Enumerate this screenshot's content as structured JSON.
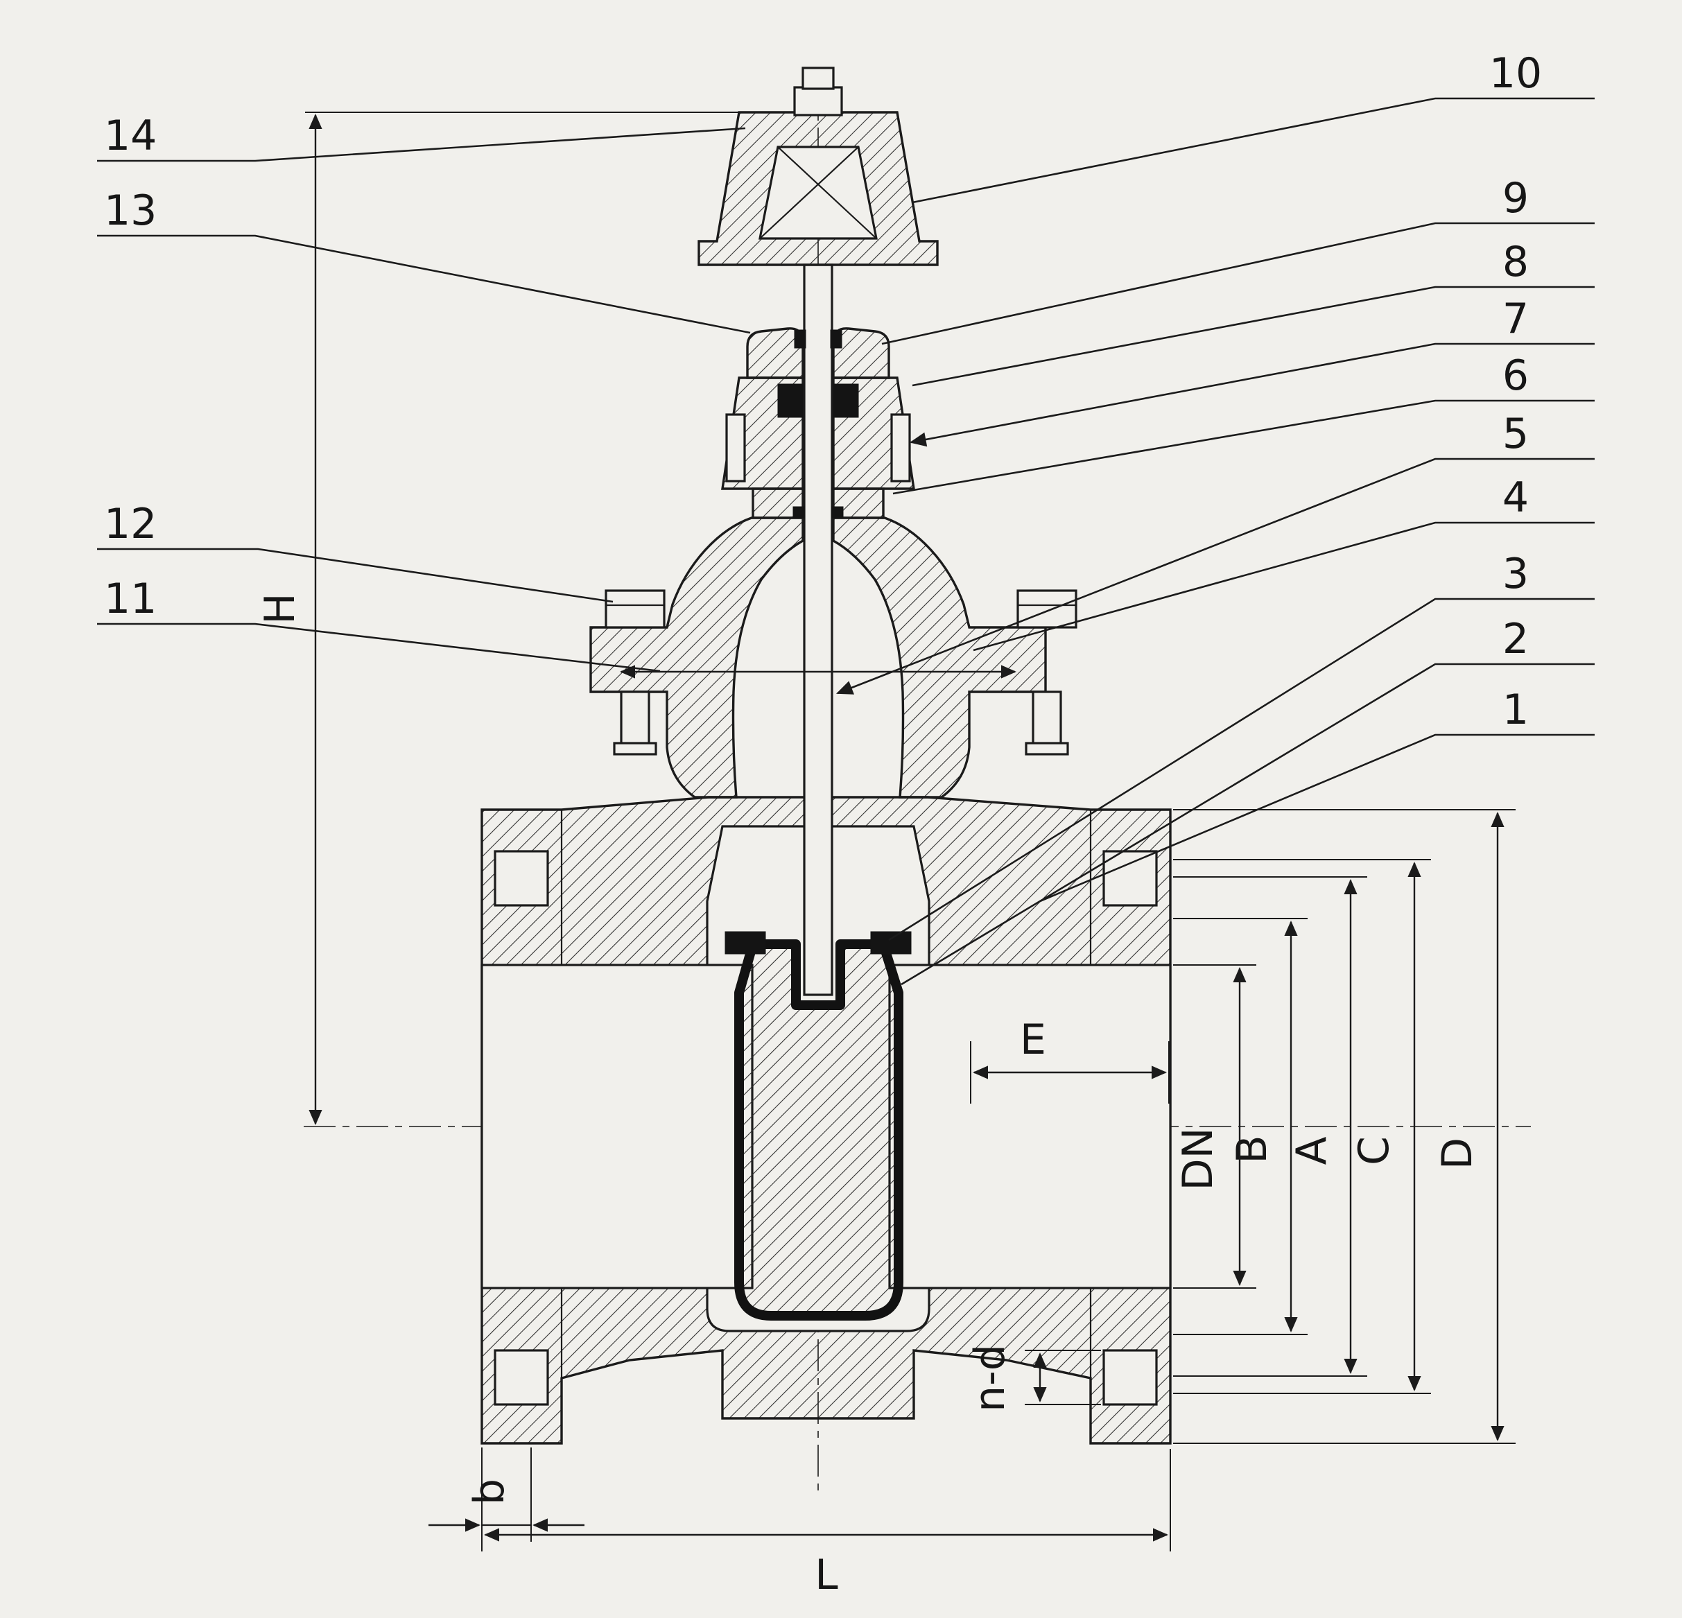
{
  "page": {
    "background": "#f1f0ec",
    "ink": "#1b1b1b",
    "subject": "gate valve cross-section drawing"
  },
  "callouts": {
    "left": [
      {
        "label": "14"
      },
      {
        "label": "13"
      },
      {
        "label": "12"
      },
      {
        "label": "11"
      }
    ],
    "right": [
      {
        "label": "10"
      },
      {
        "label": "9"
      },
      {
        "label": "8"
      },
      {
        "label": "7"
      },
      {
        "label": "6"
      },
      {
        "label": "5"
      },
      {
        "label": "4"
      },
      {
        "label": "3"
      },
      {
        "label": "2"
      },
      {
        "label": "1"
      }
    ]
  },
  "dimensions": {
    "overall_height": "H",
    "face_to_face": "L",
    "bore": "DN",
    "dim_b": "B",
    "dim_a": "A",
    "bolt_circle": "C",
    "flange_od": "D",
    "dim_e": "E",
    "bolt_holes": "n-d",
    "flange_thickness": "b"
  }
}
